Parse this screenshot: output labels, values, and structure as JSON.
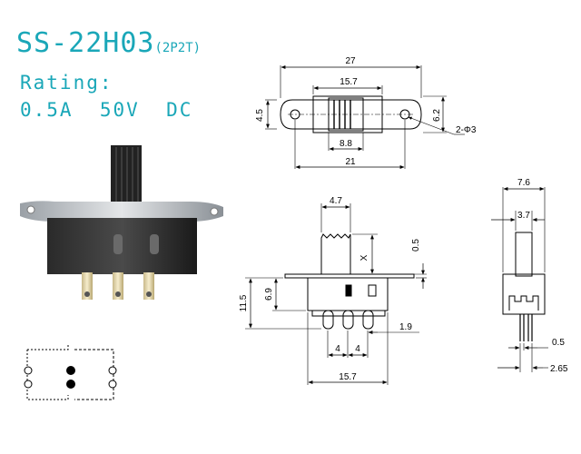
{
  "header": {
    "model": "SS-22H03",
    "type": "(2P2T)",
    "rating_label": "Rating:",
    "rating_value": "0.5A  50V  DC"
  },
  "colors": {
    "accent": "#1aa7b8"
  },
  "top_view": {
    "overall_length": "27",
    "hole_spacing": "21",
    "body_length": "15.7",
    "knob_width": "8.8",
    "flange_height": "4.5",
    "body_height": "6.2",
    "holes": "2-Φ3"
  },
  "front_view": {
    "knob_width": "4.7",
    "actuator_height": "X",
    "plate_thickness": "0.5",
    "total_height": "11.5",
    "body_height": "6.9",
    "terminal_pitch_left": "4",
    "terminal_pitch_right": "4",
    "terminal_offset": "1.9",
    "body_length": "15.7"
  },
  "side_view": {
    "body_width": "7.6",
    "knob_width": "3.7",
    "pin_width": "0.5",
    "pin_spacing": "2.65"
  }
}
